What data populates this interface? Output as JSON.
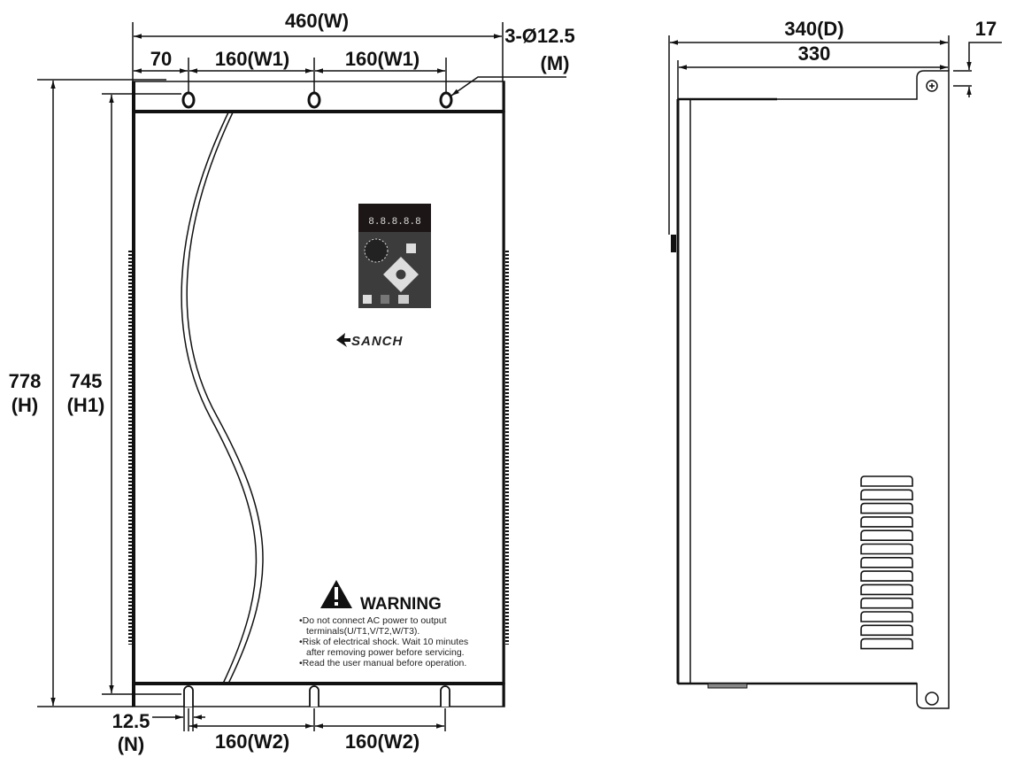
{
  "front_view": {
    "width_total": "460(W)",
    "left_offset": "70",
    "w1_left": "160(W1)",
    "w1_right": "160(W1)",
    "hole_spec": "3-Ø12.5",
    "hole_spec_sub": "(M)",
    "height_total": "778",
    "height_total_sub": "(H)",
    "height_h1": "745",
    "height_h1_sub": "(H1)",
    "n_offset": "12.5",
    "n_offset_sub": "(N)",
    "w2_left": "160(W2)",
    "w2_right": "160(W2)",
    "logo_text": "SANCH",
    "warning": {
      "title": "WARNING",
      "lines": [
        "•Do not connect AC power to output",
        "terminals(U/T1,V/T2,W/T3).",
        "•Risk of electrical shock. Wait 10 minutes",
        "after removing power before servicing.",
        "•Read the user manual before operation."
      ]
    }
  },
  "side_view": {
    "depth_total": "340(D)",
    "depth_inner": "330",
    "top_offset": "17"
  }
}
